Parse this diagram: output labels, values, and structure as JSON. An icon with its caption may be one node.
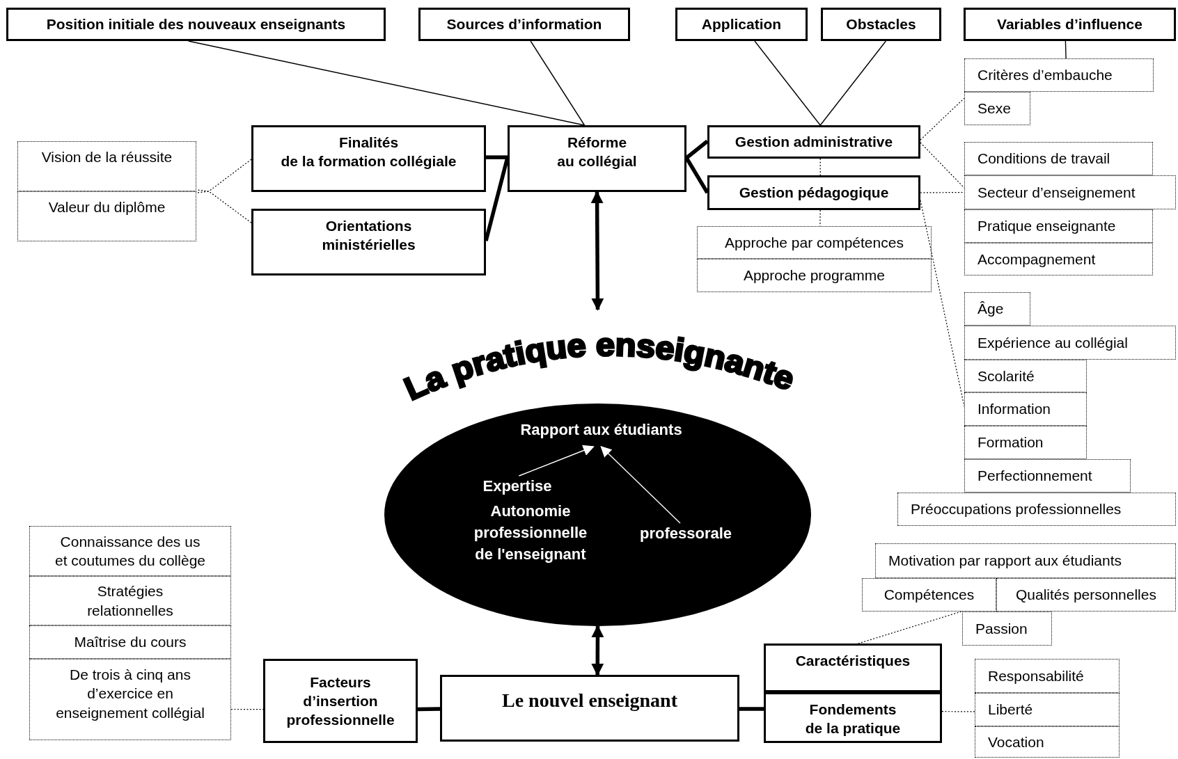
{
  "diagram": {
    "nodes": [
      {
        "text": [
          "Position initiale des nouveaux enseignants"
        ]
      },
      {
        "text": [
          "Sources d’information"
        ]
      },
      {
        "text": [
          "Application"
        ]
      },
      {
        "text": [
          "Obstacles"
        ]
      },
      {
        "text": [
          "Variables d’influence"
        ]
      },
      {
        "text": [
          "Critères d’embauche"
        ]
      },
      {
        "text": [
          "Sexe"
        ]
      },
      {
        "text": [
          "Vision de la réussite"
        ]
      },
      {
        "text": [
          "Valeur du diplôme"
        ]
      },
      {
        "text": [
          "Finalités de la formation collégiale"
        ]
      },
      {
        "text": [
          "Réforme au collégial"
        ]
      },
      {
        "text": [
          "Gestion administrative"
        ]
      },
      {
        "text": [
          "Gestion pédagogique"
        ]
      },
      {
        "text": [
          "Orientations ministérielles"
        ]
      },
      {
        "text": [
          "Conditions de travail"
        ]
      },
      {
        "text": [
          "Secteur d’enseignement"
        ]
      },
      {
        "text": [
          "Pratique enseignante"
        ]
      },
      {
        "text": [
          "Accompagnement"
        ]
      },
      {
        "text": [
          "Approche par compétences"
        ]
      },
      {
        "text": [
          "Approche programme"
        ]
      },
      {
        "text": [
          "Âge"
        ]
      },
      {
        "text": [
          "Expérience au collégial"
        ]
      },
      {
        "text": [
          "Scolarité"
        ]
      },
      {
        "text": [
          "Information"
        ]
      },
      {
        "text": [
          "Formation"
        ]
      },
      {
        "text": [
          "Perfectionnement"
        ]
      },
      {
        "text": [
          "Préoccupations professionnelles"
        ]
      },
      {
        "text": [
          "La pratique enseignante"
        ]
      },
      {
        "text": [
          "Rapport aux étudiants"
        ],
        "in": 27
      },
      {
        "text": [
          "Expertise"
        ],
        "in": 27
      },
      {
        "text": [
          "professorale"
        ],
        "in": 27
      },
      {
        "text": [
          "Le nouvel enseignant"
        ]
      },
      {
        "text": [
          "Facteurs d’insertion professionnelle"
        ]
      },
      {
        "text": [
          "Caractéristiques"
        ]
      },
      {
        "text": [
          "Fondements de la pratique"
        ]
      },
      {
        "text": [
          "Connaissance des us et coutumes du collège"
        ]
      },
      {
        "text": [
          "Stratégies relationnelles"
        ]
      },
      {
        "text": [
          "Maîtrise du cours"
        ]
      },
      {
        "text": [
          "De trois à cinq ans d’exercice en enseignement collégial"
        ]
      },
      {
        "text": [
          "Motivation par rapport aux étudiants"
        ]
      },
      {
        "text": [
          "Compétences"
        ]
      },
      {
        "text": [
          "Qualités personnelles"
        ]
      },
      {
        "text": [
          "Passion"
        ]
      },
      {
        "text": [
          "Responsabilité"
        ]
      },
      {
        "text": [
          "Liberté"
        ]
      },
      {
        "text": [
          "Vocation"
        ]
      }
    ],
    "edges": [
      {
        "from": 0,
        "to": 10,
        "arrow": "none"
      },
      {
        "from": 1,
        "to": 10,
        "arrow": "none"
      },
      {
        "from": 2,
        "to": 11,
        "arrow": "none"
      },
      {
        "from": 3,
        "to": 11,
        "arrow": "none"
      },
      {
        "from": 4,
        "to": 5,
        "arrow": "none"
      },
      {
        "from": 9,
        "to": 10,
        "arrow": "none",
        "style": "thick"
      },
      {
        "from": 13,
        "to": 10,
        "arrow": "none",
        "style": "thick"
      },
      {
        "from": 10,
        "to": 11,
        "arrow": "none",
        "style": "thick"
      },
      {
        "from": 10,
        "to": 12,
        "arrow": "none",
        "style": "thick"
      },
      {
        "from": 10,
        "to": 27,
        "arrow": "both",
        "style": "thick"
      },
      {
        "from": 27,
        "to": 31,
        "arrow": "both",
        "style": "thick"
      },
      {
        "from": 29,
        "to": 28,
        "arrow": "to",
        "color": "#ffffff"
      },
      {
        "from": 30,
        "to": 28,
        "arrow": "to",
        "color": "#ffffff"
      },
      {
        "from": 32,
        "to": 31,
        "arrow": "none",
        "style": "thick"
      },
      {
        "from": 31,
        "to": 34,
        "arrow": "none",
        "style": "thick"
      },
      {
        "from": 9,
        "to": 7,
        "arrow": "none",
        "style": "dashed"
      },
      {
        "from": 13,
        "to": 8,
        "arrow": "none",
        "style": "dashed"
      },
      {
        "from": 11,
        "to": 6,
        "arrow": "none",
        "style": "dashed"
      },
      {
        "from": 11,
        "to": 15,
        "arrow": "none",
        "style": "dashed"
      },
      {
        "from": 12,
        "to": 15,
        "arrow": "none",
        "style": "dashed"
      },
      {
        "from": 11,
        "to": 12,
        "arrow": "none",
        "style": "dashed"
      },
      {
        "from": 12,
        "to": 18,
        "arrow": "none",
        "style": "dashed"
      },
      {
        "from": 12,
        "to": 23,
        "arrow": "none",
        "style": "dashed"
      },
      {
        "from": 33,
        "to": 40,
        "arrow": "none",
        "style": "dashed"
      },
      {
        "from": 34,
        "to": 44,
        "arrow": "none",
        "style": "dashed"
      },
      {
        "from": 38,
        "to": 32,
        "arrow": "none",
        "style": "dashed"
      }
    ],
    "labels": [
      "Autonomie professionnelle de l'enseignant"
    ]
  }
}
